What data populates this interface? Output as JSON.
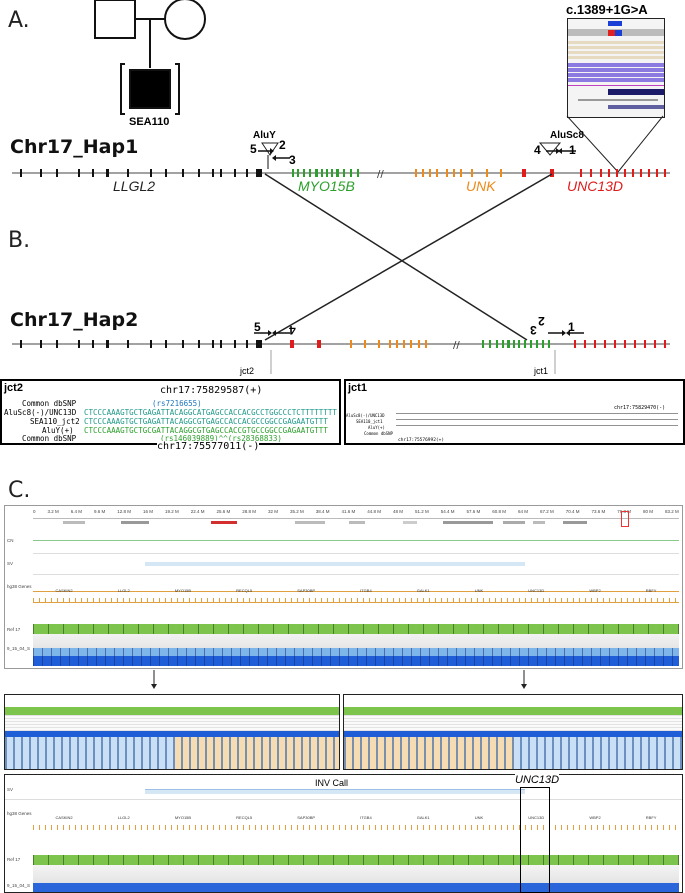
{
  "panels": {
    "a": "A.",
    "b": "B.",
    "c": "C."
  },
  "pedigree": {
    "proband": "SEA110"
  },
  "variant": {
    "label": "c.1389+1G>A"
  },
  "hap1": {
    "title": "Chr17_Hap1",
    "genes": [
      "LLGL2",
      "MYO15B",
      "UNK",
      "UNC13D"
    ],
    "alu_left": "AluY",
    "alu_right": "AluSc8",
    "primers": [
      "5",
      "2",
      "3",
      "4",
      "1"
    ]
  },
  "hap2": {
    "title": "Chr17_Hap2",
    "primers": [
      "5",
      "4",
      "3",
      "2",
      "1"
    ],
    "jct_labels": [
      "jct2",
      "jct1"
    ]
  },
  "jct2": {
    "title": "jct2",
    "coord_top": "chr17:75829587(+)",
    "rows": [
      {
        "label": "Common dbSNP",
        "seq": "",
        "note": "(rs7216655)"
      },
      {
        "label": "AluSc8(-)/UNC13D",
        "seq": "CTCCCAAAGTGCTGAGATTACAGGCATGAGCCACCACGCCTGGCCCTCTTTTTTTT"
      },
      {
        "label": "SEA110_jct2",
        "seq": "CTCCCAAAGTGCTGAGATTACAGGCGTGAGCCACCACGCCGGCCGAGAATGTTT"
      },
      {
        "label": "AluY(+)",
        "seq": "CTCCCAAAGTGCTGCGATTACAGGCGTGAGCCACCGTGCCGGCCGAGAATGTTT"
      },
      {
        "label": "Common dbSNP",
        "seq": "",
        "note": "(rs146039889)^^(rs28368833)"
      }
    ],
    "coord_bottom": "chr17:75577011(-)"
  },
  "jct1": {
    "title": "jct1",
    "coord_top": "chr17:75829470(-)",
    "labels": [
      "AluSc8(-)/UNC13D",
      "SEA110_jct1",
      "AluY(+)",
      "Common dbSNP"
    ],
    "coord_bottom": "chr17:75576992(+)"
  },
  "igv": {
    "ruler_ticks": [
      "0",
      "3.2 M",
      "6.4 M",
      "9.6 M",
      "12.8 M",
      "16 M",
      "19.2 M",
      "22.4 M",
      "25.6 M",
      "28.8 M",
      "32 M",
      "35.2 M",
      "38.4 M",
      "41.6 M",
      "44.8 M",
      "48 M",
      "51.2 M",
      "54.4 M",
      "57.6 M",
      "60.8 M",
      "64 M",
      "67.2 M",
      "70.4 M",
      "73.6 M",
      "76.8 M",
      "80 M",
      "83.2 M"
    ],
    "tracks": [
      "CN",
      "SV",
      "hg38 Genes",
      "Ref 17",
      "9_15_04_S"
    ],
    "genes": [
      "CASKIN2",
      "LLGL2",
      "MYO15B",
      "RECQL5",
      "SAP30BP",
      "ITGB4",
      "GALK1",
      "UNK",
      "UNC13D",
      "WBP2",
      "RBFY"
    ],
    "inv_call": "INV Call",
    "unc13d": "UNC13D"
  }
}
